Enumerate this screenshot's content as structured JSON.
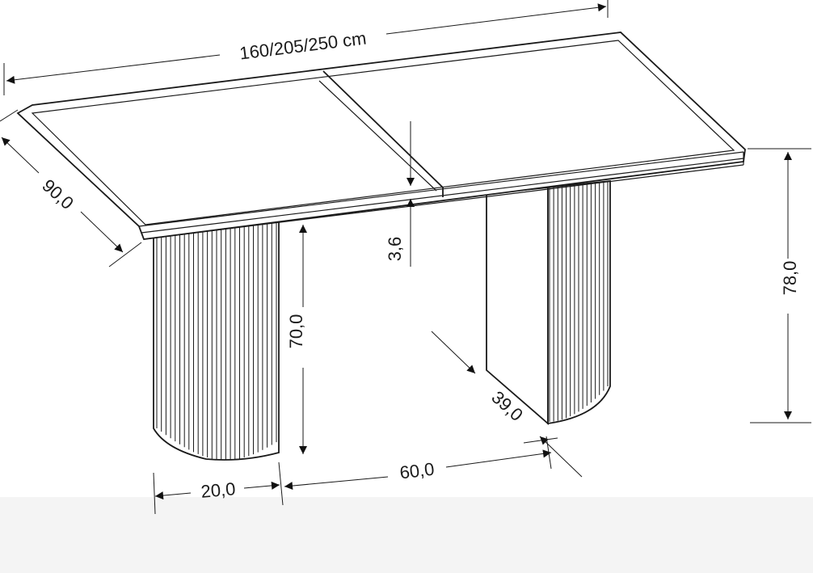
{
  "dimensions": {
    "length": "160/205/250 cm",
    "depth": "90,0",
    "top_thickness": "3,6",
    "total_height": "78,0",
    "leg_height": "70,0",
    "leg_base_depth": "39,0",
    "leg_width": "20,0",
    "leg_spacing": "60,0"
  },
  "colors": {
    "line": "#1a1a1a",
    "background": "#ffffff"
  }
}
